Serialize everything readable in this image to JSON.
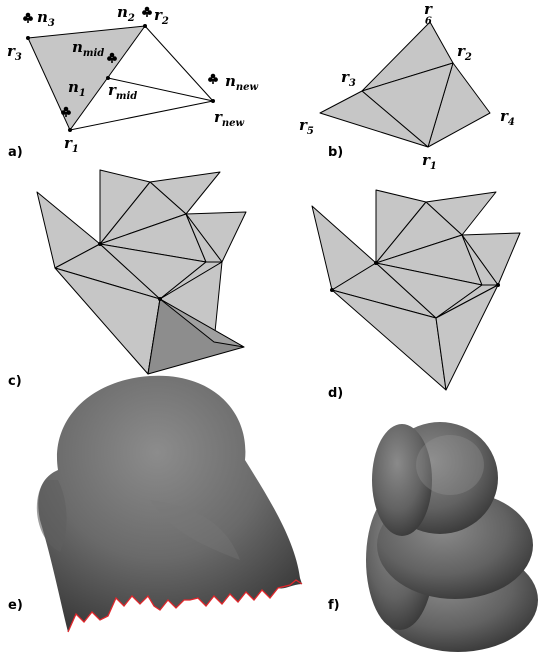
{
  "panel_labels": [
    "a)",
    "b)",
    "c)",
    "d)",
    "e)",
    "f)"
  ],
  "panel_a": {
    "n3": {
      "base": "n",
      "sub": "3"
    },
    "n2": {
      "base": "n",
      "sub": "2"
    },
    "r2": {
      "base": "r",
      "sub": "2"
    },
    "r3": {
      "base": "r",
      "sub": "3"
    },
    "nmid": {
      "base": "n",
      "sub": "mid"
    },
    "rmid": {
      "base": "r",
      "sub": "mid"
    },
    "n1": {
      "base": "n",
      "sub": "1"
    },
    "r1": {
      "base": "r",
      "sub": "1"
    },
    "nnew": {
      "base": "n",
      "sub": "new"
    },
    "rnew": {
      "base": "r",
      "sub": "new"
    }
  },
  "panel_b": {
    "r6": {
      "base": "r",
      "sub": "6"
    },
    "r2": {
      "base": "r",
      "sub": "2"
    },
    "r3": {
      "base": "r",
      "sub": "3"
    },
    "r4": {
      "base": "r",
      "sub": "4"
    },
    "r5": {
      "base": "r",
      "sub": "5"
    },
    "r1": {
      "base": "r",
      "sub": "1"
    }
  },
  "colors": {
    "triangle_fill": "#c6c6c6",
    "triangle_dark": "#8d8d8d",
    "mesh_surface": "#6e6e6e",
    "rim_highlight": "#e0262b"
  },
  "icons": [
    "club-icon"
  ]
}
